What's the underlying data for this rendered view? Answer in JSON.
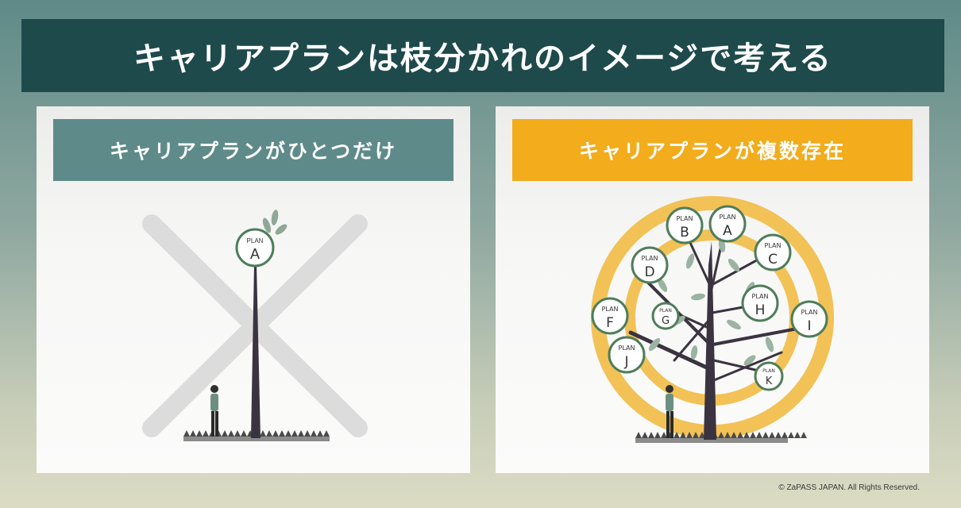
{
  "title": "キャリアプランは枝分かれのイメージで考える",
  "left_panel": {
    "header": "キャリアプランがひとつだけ",
    "plan": {
      "prefix": "PLAN",
      "letter": "A"
    }
  },
  "right_panel": {
    "header": "キャリアプランが複数存在",
    "plan_prefix": "PLAN",
    "plans": [
      "A",
      "B",
      "C",
      "D",
      "F",
      "G",
      "H",
      "I",
      "J",
      "K"
    ]
  },
  "copyright": "© ZaPASS JAPAN. All Rights Reserved.",
  "colors": {
    "title_bg": "#1e4a4c",
    "left_header": "#5f8a8a",
    "right_header": "#f2ac1c",
    "ring": "#f2c257",
    "trunk": "#3a3340",
    "plan_border": "#4f7d5a"
  }
}
